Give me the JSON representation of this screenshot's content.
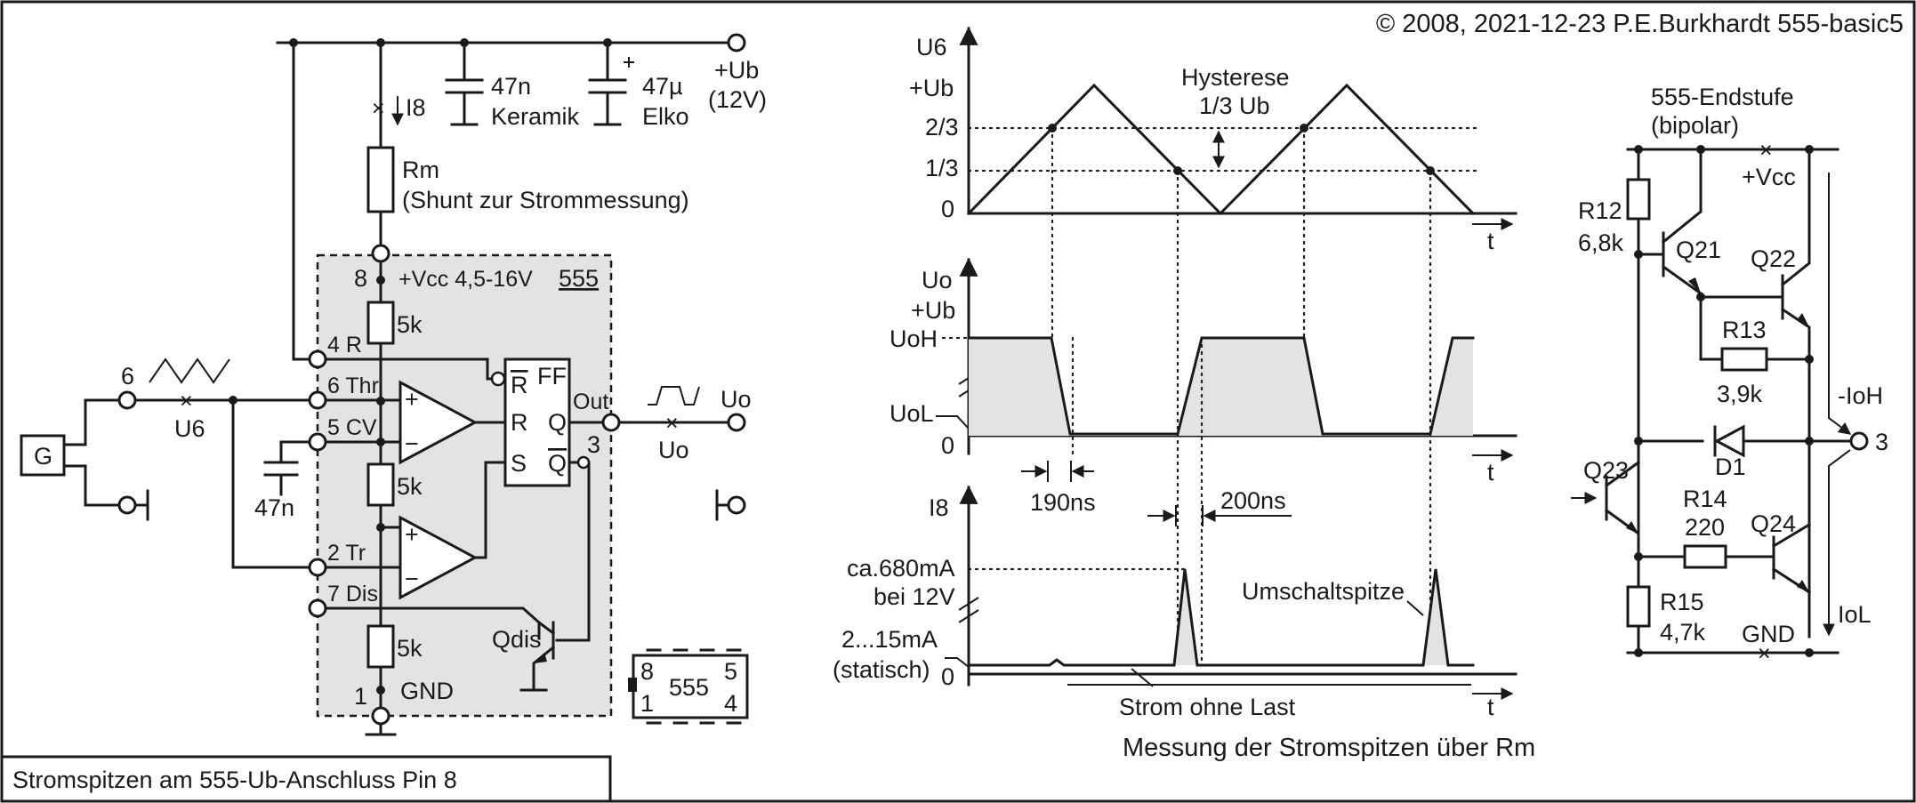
{
  "header": {
    "copyright": "© 2008, 2021-12-23 P.E.Burkhardt 555-basic5"
  },
  "caption": {
    "left": "Stromspitzen am 555-Ub-Anschluss Pin 8",
    "right": "Messung der Stromspitzen über Rm"
  },
  "circuit": {
    "generator": "G",
    "node6": "6",
    "u6": "U6",
    "i8": "I8",
    "c1_value": "47n",
    "c1_type": "Keramik",
    "c2_value": "47µ",
    "c2_type": "Elko",
    "supply_label": "+Ub",
    "supply_value": "(12V)",
    "rm_name": "Rm",
    "rm_desc": "(Shunt zur Strommessung)",
    "pin8": "8",
    "vcc_range": "+Vcc  4,5-16V",
    "chip": "555",
    "pin4": "4 R",
    "pin6": "6 Thr",
    "pin5": "5 CV",
    "pin2": "2 Tr",
    "pin7": "7 Dis",
    "pin1": "1",
    "gnd": "GND",
    "r_div": "5k",
    "c_cv": "47n",
    "ff": "FF",
    "ff_r_bar": "R",
    "ff_r": "R",
    "ff_s": "S",
    "ff_q": "Q",
    "ff_q_bar": "Q",
    "out_label": "Out",
    "pin3": "3",
    "uo": "Uo",
    "qdis": "Qdis",
    "dip_pin8": "8",
    "dip_pin1": "1",
    "dip_name": "555",
    "dip_pin5": "5",
    "dip_pin4": "4"
  },
  "timing": {
    "u6": {
      "axis": "U6",
      "ub": "+Ub",
      "two_thirds": "2/3",
      "one_third": "1/3",
      "zero": "0",
      "t": "t",
      "hysteresis_title": "Hysterese",
      "hysteresis_value": "1/3 Ub"
    },
    "uo": {
      "axis": "Uo",
      "ub": "+Ub",
      "uoh": "UoH",
      "uol": "UoL",
      "zero": "0",
      "t": "t",
      "fall_time": "190ns",
      "rise_time": "200ns"
    },
    "i8": {
      "axis": "I8",
      "peak": "ca.680mA",
      "peak_cond": "bei 12V",
      "static": "2...15mA",
      "static_note": "(statisch)",
      "zero": "0",
      "t": "t",
      "spike_label": "Umschaltspitze",
      "noload_label": "Strom ohne Last"
    }
  },
  "output_stage": {
    "title": "555-Endstufe",
    "subtitle": "(bipolar)",
    "vcc": "+Vcc",
    "r12": "R12",
    "r12_value": "6,8k",
    "q21": "Q21",
    "q22": "Q22",
    "r13": "R13",
    "r13_value": "3,9k",
    "ioh": "-IoH",
    "pin3": "3",
    "d1": "D1",
    "q23": "Q23",
    "r14": "R14",
    "r14_value": "220",
    "q24": "Q24",
    "r15": "R15",
    "r15_value": "4,7k",
    "gnd": "GND",
    "iol": "IoL"
  }
}
